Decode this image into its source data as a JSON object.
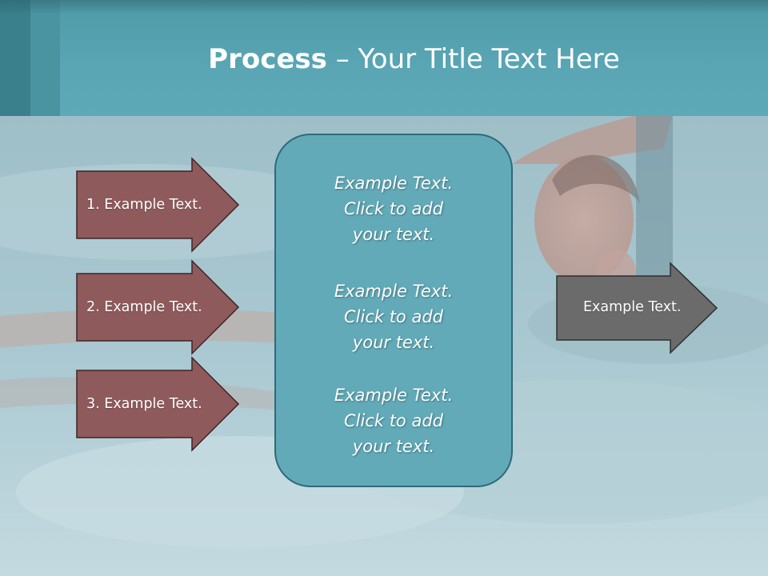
{
  "title": {
    "bold": "Process",
    "separator": " – ",
    "rest": "Your Title Text Here"
  },
  "left_arrows": [
    {
      "label": "1. Example Text."
    },
    {
      "label": "2. Example Text."
    },
    {
      "label": "3. Example Text."
    }
  ],
  "center_box": {
    "blocks": [
      [
        "Example Text.",
        "Click  to add",
        "your text."
      ],
      [
        "Example Text.",
        "Click  to add",
        "your text."
      ],
      [
        "Example Text.",
        "Click  to add",
        "your text."
      ]
    ]
  },
  "right_arrow": {
    "label": "Example Text."
  },
  "colors": {
    "header": "#5aa6b4",
    "left_arrow_fill": "#8f5a5c",
    "center_box_fill": "#62aab8",
    "right_arrow_fill": "#6b6b6b"
  }
}
